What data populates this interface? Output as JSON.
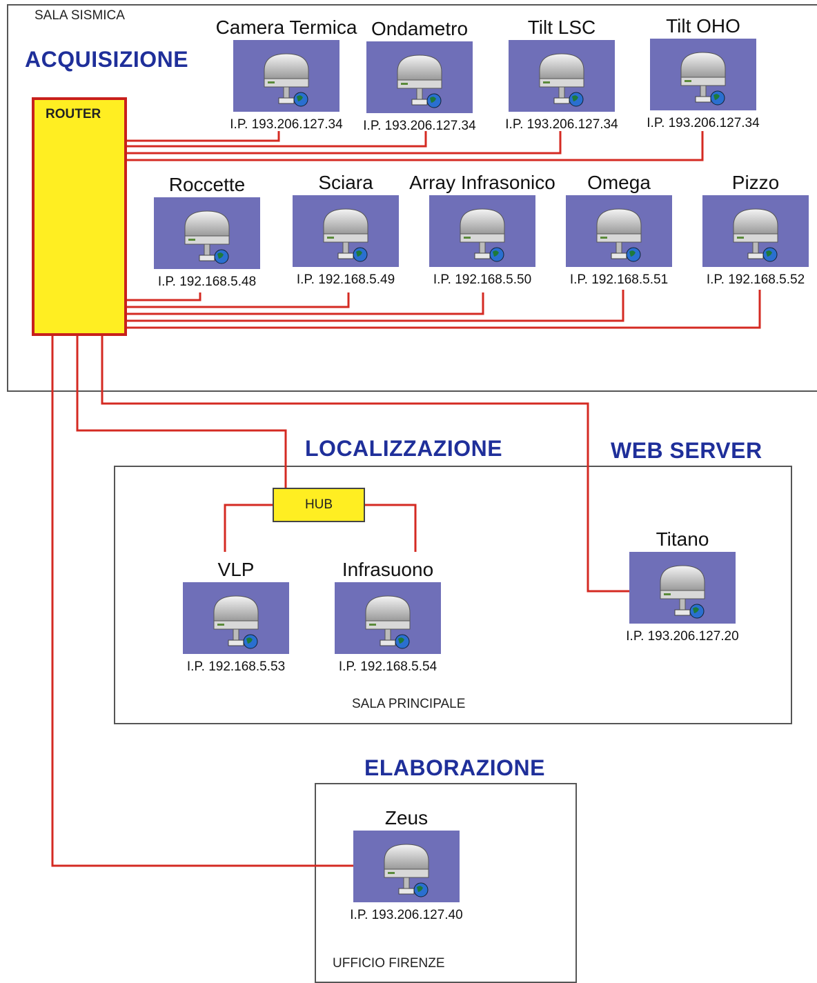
{
  "rooms": {
    "sala_sismica": "SALA SISMICA",
    "sala_principale": "SALA PRINCIPALE",
    "ufficio_firenze": "UFFICIO FIRENZE"
  },
  "sections": {
    "acquisizione": "ACQUISIZIONE",
    "localizzazione": "LOCALIZZAZIONE",
    "web_server": "WEB SERVER",
    "elaborazione": "ELABORAZIONE"
  },
  "router_label": "ROUTER",
  "hub_label": "HUB",
  "colors": {
    "link": "#d42a22",
    "server_panel": "#6f6fb8",
    "router_fill": "#ffee22",
    "section_text": "#1f2f9a"
  },
  "icon": "server-globe-icon",
  "nodes": {
    "camera_termica": {
      "name": "Camera Termica",
      "ip": "I.P. 193.206.127.34"
    },
    "ondametro": {
      "name": "Ondametro",
      "ip": "I.P. 193.206.127.34"
    },
    "tilt_lsc": {
      "name": "Tilt LSC",
      "ip": "I.P. 193.206.127.34"
    },
    "tilt_oho": {
      "name": "Tilt OHO",
      "ip": "I.P. 193.206.127.34"
    },
    "roccette": {
      "name": "Roccette",
      "ip": "I.P. 192.168.5.48"
    },
    "sciara": {
      "name": "Sciara",
      "ip": "I.P. 192.168.5.49"
    },
    "array_infrasonico": {
      "name": "Array Infrasonico",
      "ip": "I.P. 192.168.5.50"
    },
    "omega": {
      "name": "Omega",
      "ip": "I.P. 192.168.5.51"
    },
    "pizzo": {
      "name": "Pizzo",
      "ip": "I.P. 192.168.5.52"
    },
    "vlp": {
      "name": "VLP",
      "ip": "I.P. 192.168.5.53"
    },
    "infrasuono": {
      "name": "Infrasuono",
      "ip": "I.P. 192.168.5.54"
    },
    "titano": {
      "name": "Titano",
      "ip": "I.P. 193.206.127.20"
    },
    "zeus": {
      "name": "Zeus",
      "ip": "I.P. 193.206.127.40"
    }
  }
}
